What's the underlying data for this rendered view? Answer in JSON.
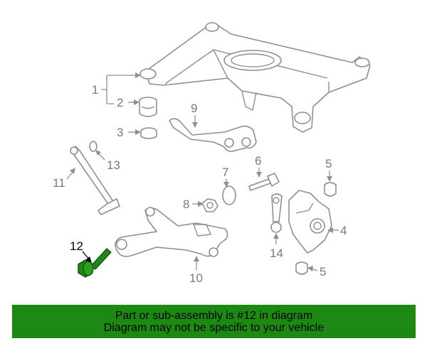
{
  "diagram": {
    "callouts": [
      {
        "id": "1",
        "text": "1"
      },
      {
        "id": "2",
        "text": "2"
      },
      {
        "id": "3",
        "text": "3"
      },
      {
        "id": "4",
        "text": "4"
      },
      {
        "id": "5a",
        "text": "5"
      },
      {
        "id": "5b",
        "text": "5"
      },
      {
        "id": "6",
        "text": "6"
      },
      {
        "id": "7",
        "text": "7"
      },
      {
        "id": "8",
        "text": "8"
      },
      {
        "id": "9",
        "text": "9"
      },
      {
        "id": "10",
        "text": "10"
      },
      {
        "id": "11",
        "text": "11"
      },
      {
        "id": "12",
        "text": "12"
      },
      {
        "id": "13",
        "text": "13"
      },
      {
        "id": "14",
        "text": "14"
      }
    ],
    "highlighted_part": "12",
    "highlight_color": "#1c8a12",
    "line_color": "#8f8f8f"
  },
  "banner": {
    "line1": "Part or sub-assembly is #12 in diagram",
    "line2": "Diagram may not be specific to your vehicle",
    "background": "#1c8a12"
  }
}
